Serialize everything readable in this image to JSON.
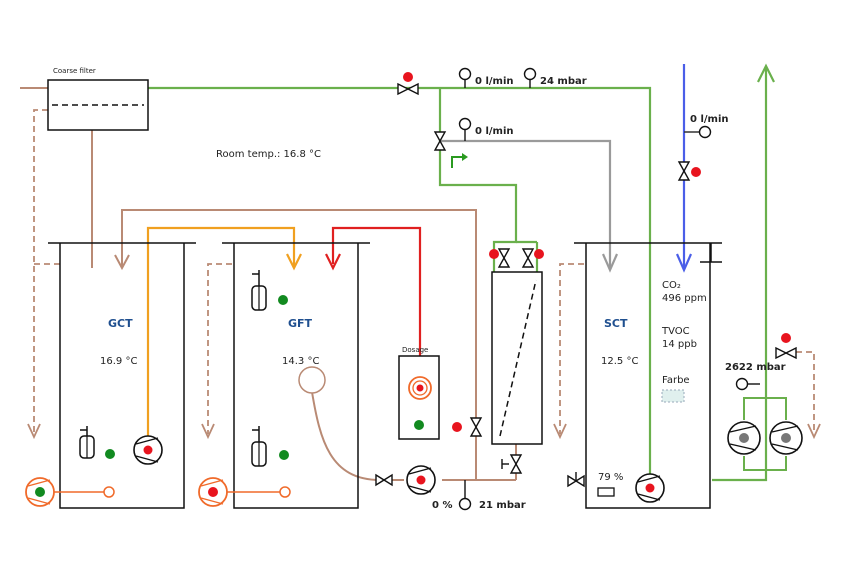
{
  "labels": {
    "coarse_filter": "Coarse filter",
    "room_temp": "Room temp.: 16.8 °C",
    "flow_top_1": "0 l/min",
    "pressure_top": "24 mbar",
    "flow_mid": "0 l/min",
    "flow_right": "0 l/min",
    "pressure_right": "2622 mbar",
    "pressure_bottom": "21 mbar",
    "percent_bottom": "0 %",
    "dosage": "Dosage"
  },
  "tanks": {
    "gct": {
      "name": "GCT",
      "temp": "16.9 °C"
    },
    "gft": {
      "name": "GFT",
      "temp": "14.3 °C"
    },
    "sct": {
      "name": "SCT",
      "temp": "12.5 °C",
      "co2_label": "CO₂",
      "co2_value": "496 ppm",
      "tvoc_label": "TVOC",
      "tvoc_value": "14 ppb",
      "farbe_label": "Farbe",
      "level": "79 %"
    }
  },
  "colors": {
    "green_pipe": "#6ab04c",
    "brown_pipe": "#b98a74",
    "orange_pipe": "#f0a020",
    "red_pipe": "#e02020",
    "gray_pipe": "#9a9a9a",
    "blue_pipe": "#4a5ee8",
    "pump_orange": "#f06a2a",
    "status_red": "#e8141e",
    "status_green": "#128a20"
  }
}
